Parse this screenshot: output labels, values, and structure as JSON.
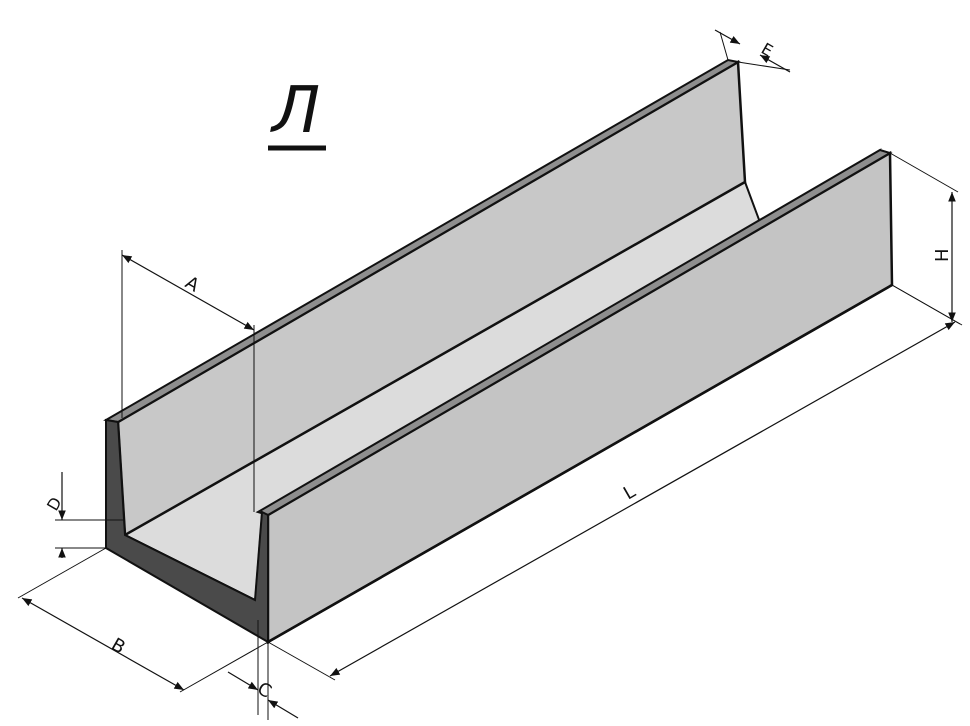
{
  "title": "Л",
  "labels": {
    "A": "A",
    "B": "B",
    "C": "C",
    "D": "D",
    "E": "E",
    "H": "H",
    "L": "L"
  },
  "colors": {
    "outline": "#111111",
    "wall_face": "#c4c4c4",
    "wall_top": "#9a9a9a",
    "end_section": "#4a4a4a",
    "floor": "#dcdcdc",
    "inner_wall": "#cfcfcf"
  }
}
